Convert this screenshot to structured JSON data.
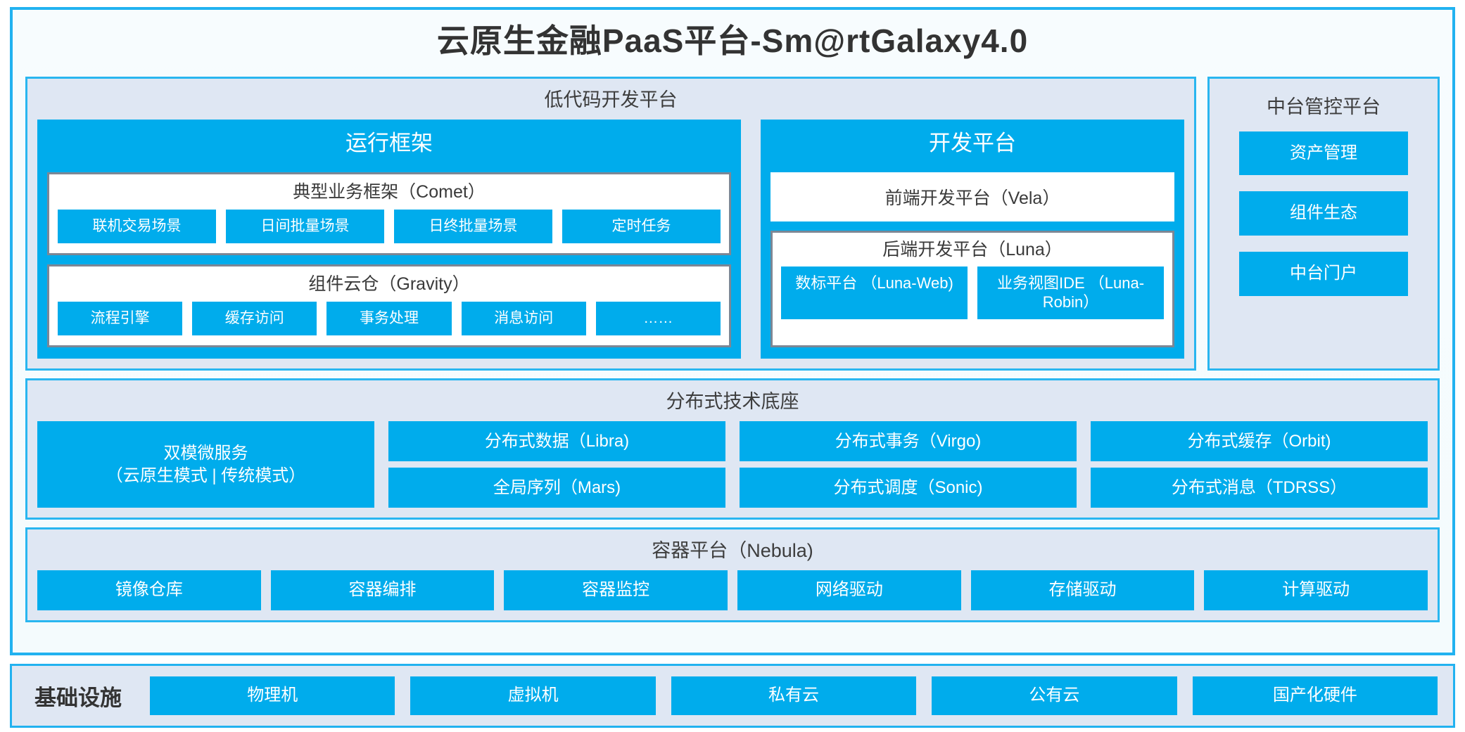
{
  "title": "云原生金融PaaS平台-Sm@rtGalaxy4.0",
  "colors": {
    "accent_blue": "#00ACEC",
    "frame_border": "#22B2F0",
    "panel_bg": "#DFE7F3",
    "card_border": "#7C8795",
    "text_dark": "#3A3A3A"
  },
  "lowcode": {
    "title": "低代码开发平台",
    "runtime": {
      "title": "运行框架",
      "comet": {
        "title": "典型业务框架（Comet）",
        "items": [
          "联机交易场景",
          "日间批量场景",
          "日终批量场景",
          "定时任务"
        ]
      },
      "gravity": {
        "title": "组件云仓（Gravity）",
        "items": [
          "流程引擎",
          "缓存访问",
          "事务处理",
          "消息访问",
          "……"
        ]
      }
    },
    "devplatform": {
      "title": "开发平台",
      "frontend": "前端开发平台（Vela）",
      "backend": {
        "title": "后端开发平台（Luna）",
        "items": [
          {
            "line1": "数标平台",
            "line2": "（Luna-Web)"
          },
          {
            "line1": "业务视图IDE",
            "line2": "（Luna-Robin）"
          }
        ]
      }
    }
  },
  "midplatform": {
    "title": "中台管控平台",
    "items": [
      "资产管理",
      "组件生态",
      "中台门户"
    ]
  },
  "distributed": {
    "title": "分布式技术底座",
    "microservice": {
      "line1": "双模微服务",
      "line2": "（云原生模式 | 传统模式）"
    },
    "columns": [
      [
        "分布式数据（Libra)",
        "全局序列（Mars)"
      ],
      [
        "分布式事务（Virgo)",
        "分布式调度（Sonic)"
      ],
      [
        "分布式缓存（Orbit)",
        "分布式消息（TDRSS）"
      ]
    ]
  },
  "containerplatform": {
    "title": "容器平台（Nebula)",
    "items": [
      "镜像仓库",
      "容器编排",
      "容器监控",
      "网络驱动",
      "存储驱动",
      "计算驱动"
    ]
  },
  "infrastructure": {
    "label": "基础设施",
    "items": [
      "物理机",
      "虚拟机",
      "私有云",
      "公有云",
      "国产化硬件"
    ]
  }
}
